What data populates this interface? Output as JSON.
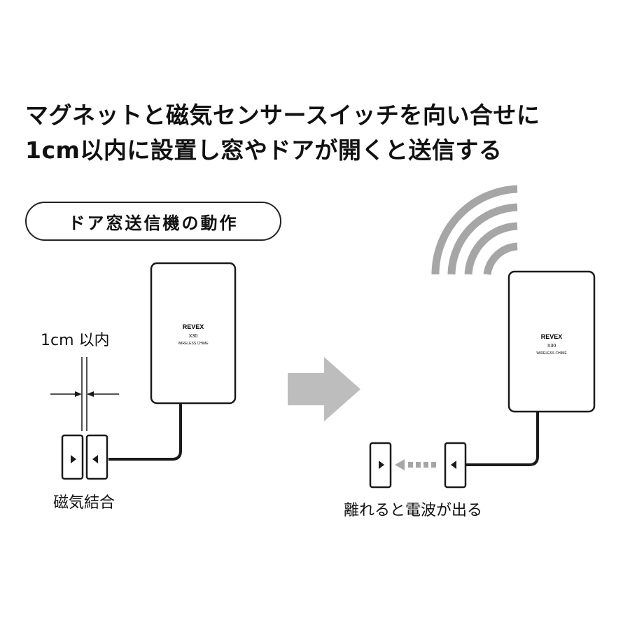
{
  "headline": {
    "line1": "マグネットと磁気センサースイッチを向い合せに",
    "line2": "1cm以内に設置し窓やドアが開くと送信する"
  },
  "section_label": "ドア窓送信機の動作",
  "left": {
    "distance_label": "1cm 以内",
    "coupling_label": "磁気結合"
  },
  "right": {
    "separation_label": "離れると電波が出る"
  },
  "device": {
    "brand": "REVEX",
    "model": "X30",
    "product": "WIRELESS CHIME"
  },
  "colors": {
    "outline": "#1a1a1a",
    "arrow_gray": "#bdbdbd",
    "wave_gray": "#a6a6a6"
  },
  "icons": {
    "transition": "right-arrow-icon",
    "radio": "radio-waves-icon",
    "marker": "triangle-marker-icon"
  }
}
